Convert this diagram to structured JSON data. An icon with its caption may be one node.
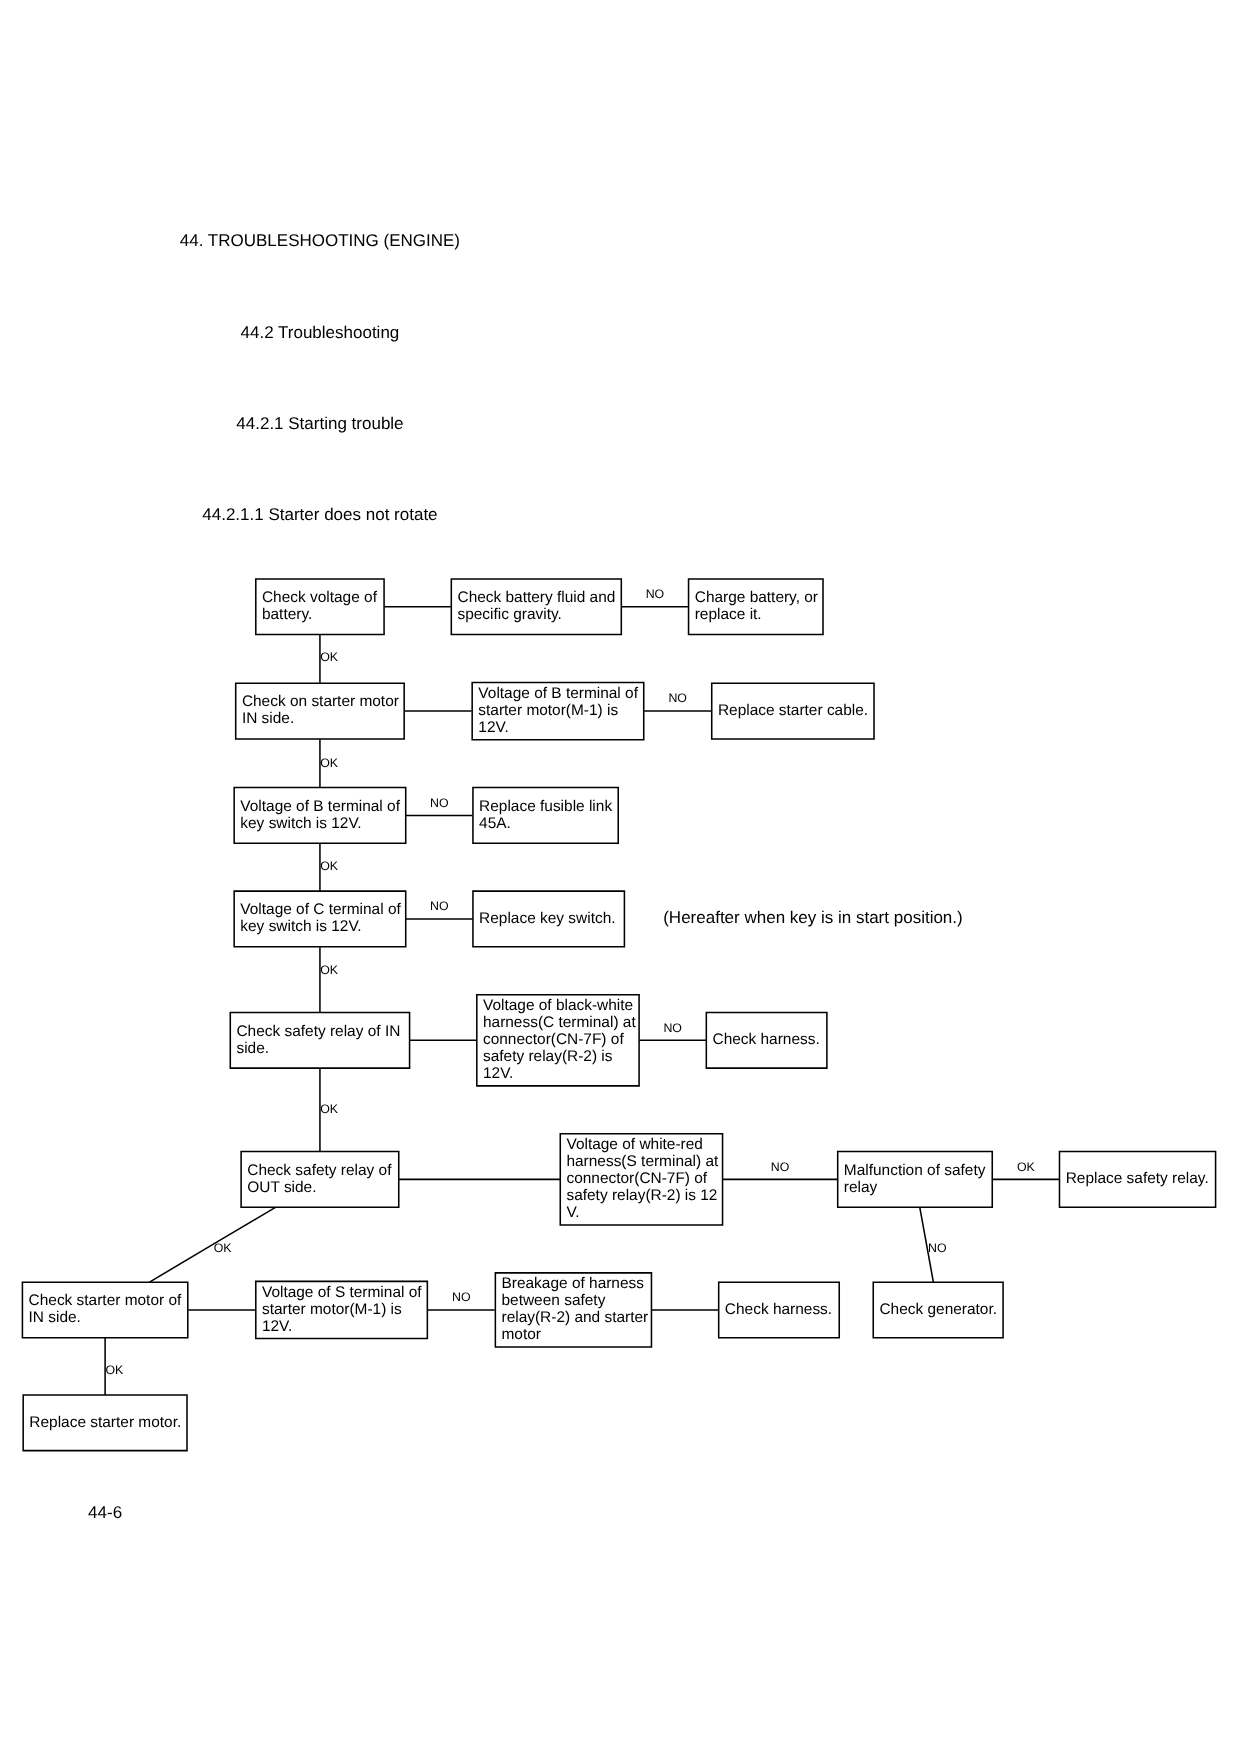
{
  "diagram": {
    "nodes": [
      {
        "text": [
          "Check voltage of battery."
        ]
      },
      {
        "text": [
          "Check battery fluid and specific gravity."
        ]
      },
      {
        "text": [
          "Charge battery, or replace it."
        ]
      },
      {
        "text": [
          "Check on starter motor IN side."
        ]
      },
      {
        "text": [
          "Voltage of B terminal of starter motor(M-1) is 12V."
        ]
      },
      {
        "text": [
          "Replace starter cable."
        ]
      },
      {
        "text": [
          "Voltage of B terminal of key switch is 12V."
        ]
      },
      {
        "text": [
          "Replace fusible link 45A."
        ]
      },
      {
        "text": [
          "Voltage of C terminal of key switch is 12V."
        ]
      },
      {
        "text": [
          "Replace key switch."
        ]
      },
      {
        "text": [
          "Check safety relay of IN side."
        ]
      },
      {
        "text": [
          "Voltage of black-white harness(C terminal) at connector(CN-7F) of safety relay(R-2) is 12V."
        ]
      },
      {
        "text": [
          "Check harness."
        ]
      },
      {
        "text": [
          "Check safety relay of OUT side."
        ]
      },
      {
        "text": [
          "Voltage of white-red harness(S terminal) at connector(CN-7F) of safety relay(R-2) is 12 V."
        ]
      },
      {
        "text": [
          "Malfunction of safety relay"
        ]
      },
      {
        "text": [
          "Replace safety relay."
        ]
      },
      {
        "text": [
          "Check generator."
        ]
      },
      {
        "text": [
          "Check starter motor of IN side."
        ]
      },
      {
        "text": [
          "Voltage of S terminal of starter motor(M-1) is 12V."
        ]
      },
      {
        "text": [
          "Breakage of harness between safety relay(R-2) and starter motor"
        ]
      },
      {
        "text": [
          "Check harness."
        ]
      },
      {
        "text": [
          "Replace starter motor."
        ]
      }
    ],
    "edges": [
      {
        "from": 0,
        "to": 1,
        "arrow": "none"
      },
      {
        "from": 1,
        "to": 2,
        "arrow": "none",
        "label": "NO"
      },
      {
        "from": 0,
        "to": 3,
        "arrow": "none",
        "label": "OK"
      },
      {
        "from": 3,
        "to": 4,
        "arrow": "none"
      },
      {
        "from": 4,
        "to": 5,
        "arrow": "none",
        "label": "NO"
      },
      {
        "from": 3,
        "to": 6,
        "arrow": "none",
        "label": "OK"
      },
      {
        "from": 6,
        "to": 7,
        "arrow": "none",
        "label": "NO"
      },
      {
        "from": 6,
        "to": 8,
        "arrow": "none",
        "label": "OK"
      },
      {
        "from": 8,
        "to": 9,
        "arrow": "none",
        "label": "NO"
      },
      {
        "from": 8,
        "to": 10,
        "arrow": "none",
        "label": "OK"
      },
      {
        "from": 10,
        "to": 11,
        "arrow": "none"
      },
      {
        "from": 11,
        "to": 12,
        "arrow": "none",
        "label": "NO"
      },
      {
        "from": 10,
        "to": 13,
        "arrow": "none",
        "label": "OK"
      },
      {
        "from": 13,
        "to": 14,
        "arrow": "none"
      },
      {
        "from": 14,
        "to": 15,
        "arrow": "none",
        "label": "NO"
      },
      {
        "from": 15,
        "to": 16,
        "arrow": "none",
        "label": "OK"
      },
      {
        "from": 15,
        "to": 17,
        "arrow": "none",
        "label": "NO"
      },
      {
        "from": 13,
        "to": 18,
        "arrow": "none",
        "label": "OK"
      },
      {
        "from": 18,
        "to": 19,
        "arrow": "none"
      },
      {
        "from": 19,
        "to": 20,
        "arrow": "none",
        "label": "NO"
      },
      {
        "from": 20,
        "to": 21,
        "arrow": "none"
      },
      {
        "from": 18,
        "to": 22,
        "arrow": "none",
        "label": "OK"
      }
    ],
    "labels": [
      "44. TROUBLESHOOTING (ENGINE)",
      "44.2 Troubleshooting",
      "44.2.1 Starting trouble",
      "44.2.1.1 Starter does not rotate",
      "(Hereafter when key is in start position.)",
      "44-6"
    ]
  }
}
